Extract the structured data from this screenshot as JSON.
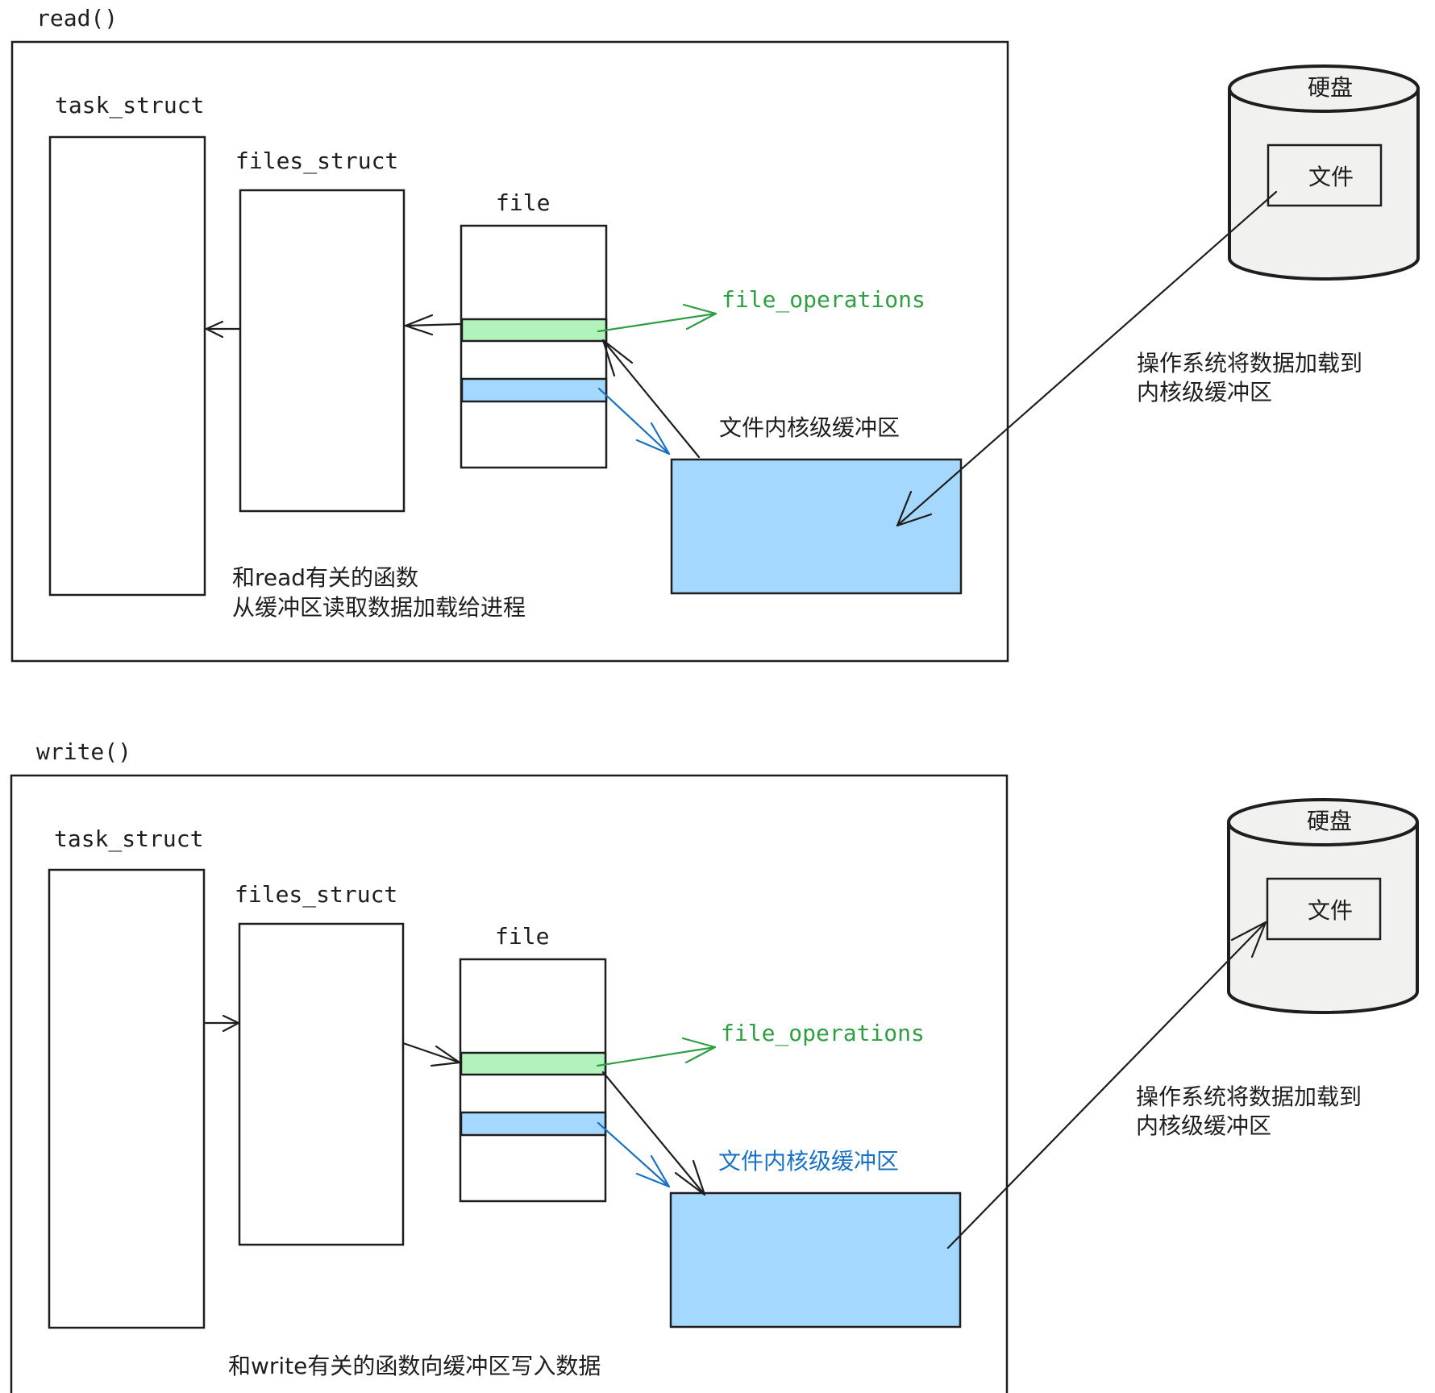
{
  "read_panel": {
    "title": "read()",
    "task_struct": "task_struct",
    "files_struct": "files_struct",
    "file": "file",
    "file_operations": "file_operations",
    "kernel_buffer": "文件内核级缓冲区",
    "note_line1": "和read有关的函数",
    "note_line2": "从缓冲区读取数据加载给进程",
    "disk": "硬盘",
    "disk_file": "文件",
    "os_note_line1": "操作系统将数据加载到",
    "os_note_line2": "内核级缓冲区"
  },
  "write_panel": {
    "title": "write()",
    "task_struct": "task_struct",
    "files_struct": "files_struct",
    "file": "file",
    "file_operations": "file_operations",
    "kernel_buffer": "文件内核级缓冲区",
    "note_line1": "和write有关的函数向缓冲区写入数据",
    "disk": "硬盘",
    "disk_file": "文件",
    "os_note_line1": "操作系统将数据加载到",
    "os_note_line2": "内核级缓冲区"
  },
  "colors": {
    "stroke": "#1e1e1e",
    "green_text": "#2f9e44",
    "blue_text": "#1971c2",
    "green_fill": "#b2f2bb",
    "blue_fill": "#a5d8ff",
    "disk_fill": "#f1f1f0"
  }
}
